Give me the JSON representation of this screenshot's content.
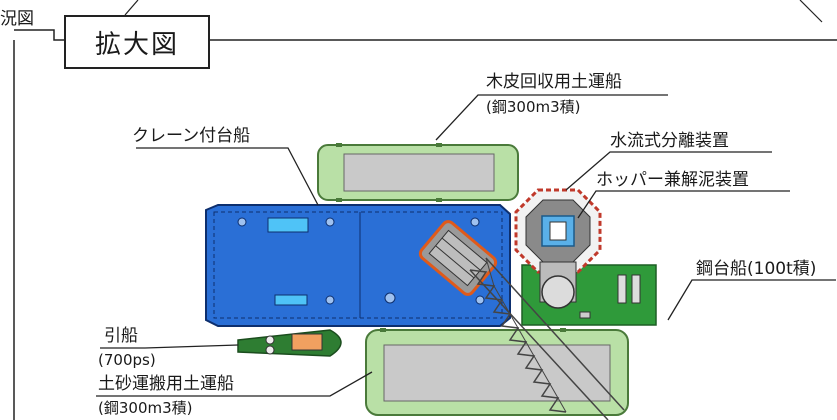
{
  "header": {
    "partial_text": "況図",
    "title": "拡大図"
  },
  "labels": {
    "log_boat": "木皮回収用土運船",
    "log_boat_sub": "(鋼300m3積)",
    "crane_barge": "クレーン付台船",
    "separator": "水流式分離装置",
    "hopper": "ホッパー兼解泥装置",
    "steel_barge": "鋼台船(100t積)",
    "tug": "引船",
    "tug_sub": "(700ps)",
    "soil_boat": "土砂運搬用土運船",
    "soil_boat_sub": "(鋼300m3積)"
  },
  "colors": {
    "crane_barge": "#2a6fd6",
    "log_boat": "#b9e0a6",
    "soil_boat": "#b9e0a6",
    "steel_barge": "#2f9a3a",
    "tug": "#2e7d32",
    "crane_boom": "#555555"
  }
}
